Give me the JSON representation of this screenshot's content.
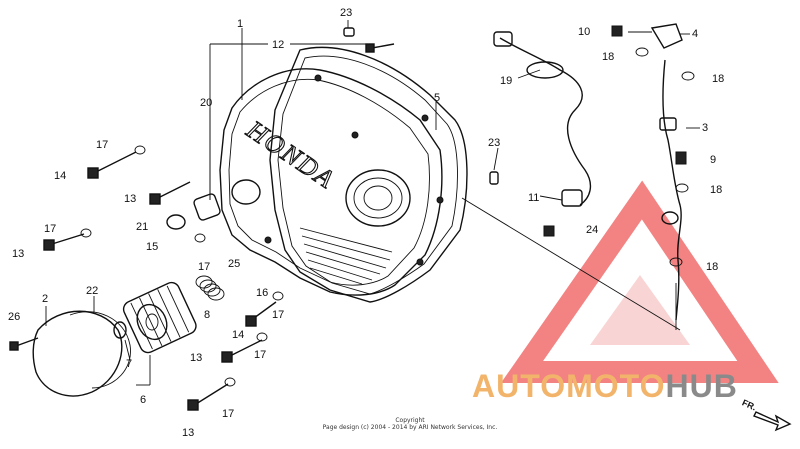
{
  "diagram": {
    "copyright_line1": "Copyright",
    "copyright_line2": "Page design (c) 2004 - 2014 by ARI Network Services, Inc.",
    "watermark": {
      "part1": "AUTOMOTO",
      "part2": "HUB",
      "color_orange": "#f2b46a",
      "color_red": "#ef5a5a",
      "color_gray": "#8a8a8a"
    },
    "front_marker": "FR.",
    "cover_brand": "HONDA",
    "callouts": {
      "c1": "1",
      "c2": "2",
      "c3": "3",
      "c4": "4",
      "c5": "5",
      "c6": "6",
      "c7": "7",
      "c8": "8",
      "c9": "9",
      "c10": "10",
      "c11": "11",
      "c12": "12",
      "c13a": "13",
      "c13b": "13",
      "c13c": "13",
      "c13d": "13",
      "c14a": "14",
      "c14b": "14",
      "c15": "15",
      "c16": "16",
      "c17a": "17",
      "c17b": "17",
      "c17c": "17",
      "c17d": "17",
      "c17e": "17",
      "c17f": "17",
      "c18a": "18",
      "c18b": "18",
      "c18c": "18",
      "c18d": "18",
      "c19": "19",
      "c20": "20",
      "c21": "21",
      "c22": "22",
      "c23a": "23",
      "c23b": "23",
      "c24": "24",
      "c25": "25",
      "c26": "26"
    }
  }
}
